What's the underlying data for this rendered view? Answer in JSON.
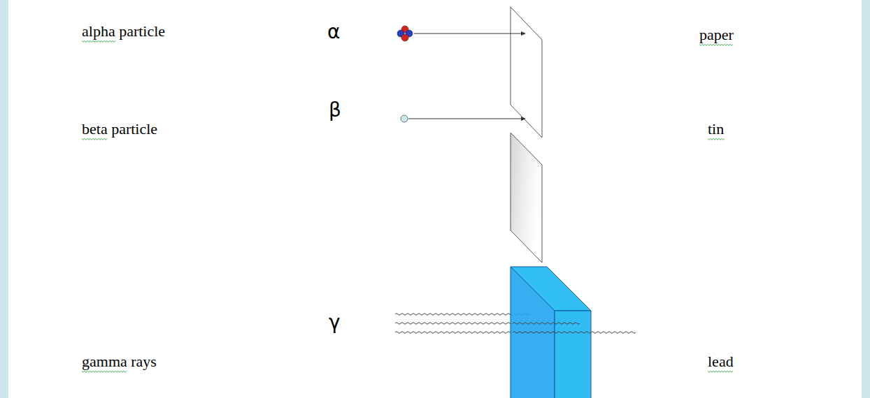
{
  "diagram": {
    "labels": [
      "alpha particle",
      "α",
      "paper",
      "beta particle",
      "β",
      "tin",
      "gamma rays",
      "γ",
      "lead"
    ]
  }
}
